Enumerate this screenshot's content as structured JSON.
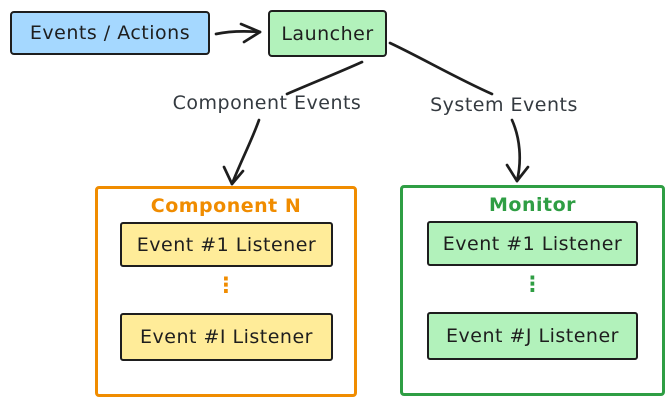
{
  "nodes": {
    "events_actions": {
      "label": "Events / Actions"
    },
    "launcher": {
      "label": "Launcher"
    }
  },
  "edges": {
    "component_events": {
      "label": "Component Events"
    },
    "system_events": {
      "label": "System Events"
    }
  },
  "groups": {
    "component": {
      "title": "Component N",
      "listeners": [
        "Event #1 Listener",
        "Event #I Listener"
      ],
      "ellipsis": "⋮"
    },
    "monitor": {
      "title": "Monitor",
      "listeners": [
        "Event #1 Listener",
        "Event #J Listener"
      ],
      "ellipsis": "⋮"
    }
  },
  "colors": {
    "canvas_background": "#ffffff",
    "dark_stroke": "#1e1e1e",
    "edge_label_text": "#343a40",
    "events_actions_fill": "#a5d8ff",
    "launcher_fill": "#b2f2bb",
    "component_listener_fill": "#ffec99",
    "monitor_listener_fill": "#b2f2bb",
    "component_accent": "#f08c00",
    "monitor_accent": "#2f9e44"
  }
}
